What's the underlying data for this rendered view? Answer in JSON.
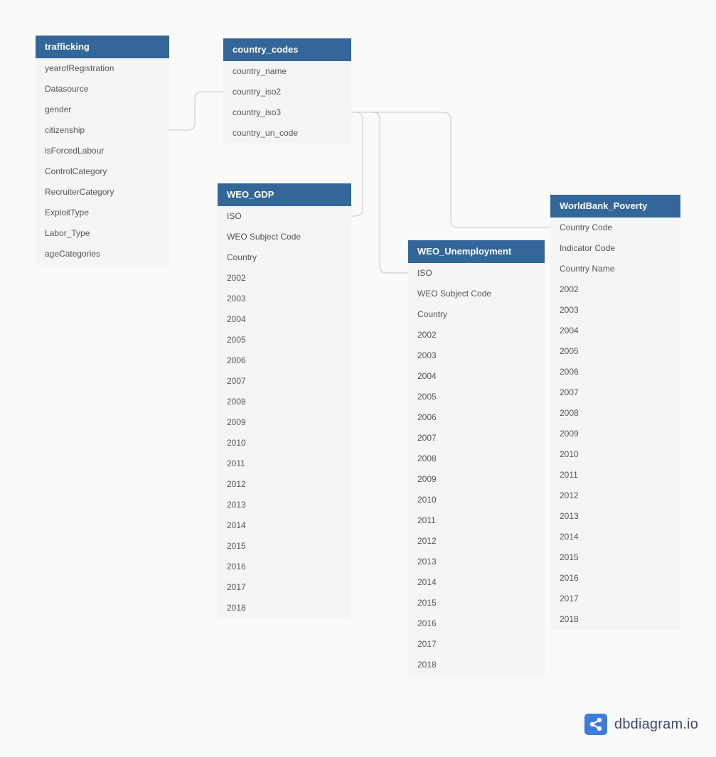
{
  "tables": {
    "trafficking": {
      "name": "trafficking",
      "fields": [
        "yearofRegistration",
        "Datasource",
        "gender",
        "citizenship",
        "isForcedLabour",
        "ControlCategory",
        "RecruiterCategory",
        "ExploitType",
        "Labor_Type",
        "ageCategories"
      ]
    },
    "country_codes": {
      "name": "country_codes",
      "fields": [
        "country_name",
        "country_iso2",
        "country_iso3",
        "country_un_code"
      ]
    },
    "weo_gdp": {
      "name": "WEO_GDP",
      "fields": [
        "ISO",
        "WEO Subject Code",
        "Country",
        "2002",
        "2003",
        "2004",
        "2005",
        "2006",
        "2007",
        "2008",
        "2009",
        "2010",
        "2011",
        "2012",
        "2013",
        "2014",
        "2015",
        "2016",
        "2017",
        "2018"
      ]
    },
    "weo_unemployment": {
      "name": "WEO_Unemployment",
      "fields": [
        "ISO",
        "WEO Subject Code",
        "Country",
        "2002",
        "2003",
        "2004",
        "2005",
        "2006",
        "2007",
        "2008",
        "2009",
        "2010",
        "2011",
        "2012",
        "2013",
        "2014",
        "2015",
        "2016",
        "2017",
        "2018"
      ]
    },
    "worldbank_poverty": {
      "name": "WorldBank_Poverty",
      "fields": [
        "Country Code",
        "Indicator Code",
        "Country Name",
        "2002",
        "2003",
        "2004",
        "2005",
        "2006",
        "2007",
        "2008",
        "2009",
        "2010",
        "2011",
        "2012",
        "2013",
        "2014",
        "2015",
        "2016",
        "2017",
        "2018"
      ]
    }
  },
  "relationships": [
    {
      "from": "trafficking.citizenship",
      "to": "country_codes.country_iso2"
    },
    {
      "from": "country_codes.country_iso3",
      "to": "WEO_GDP.ISO"
    },
    {
      "from": "country_codes.country_iso3",
      "to": "WEO_Unemployment.ISO"
    },
    {
      "from": "country_codes.country_iso3",
      "to": "WorldBank_Poverty.Country Code"
    }
  ],
  "brand": {
    "text": "dbdiagram.io",
    "icon": "share-nodes-icon"
  },
  "colors": {
    "header_bg": "#336699",
    "header_text": "#ffffff",
    "table_bg": "#f5f5f5",
    "connector": "#c8c8c8",
    "brand_logo": "#3b7dd8"
  }
}
